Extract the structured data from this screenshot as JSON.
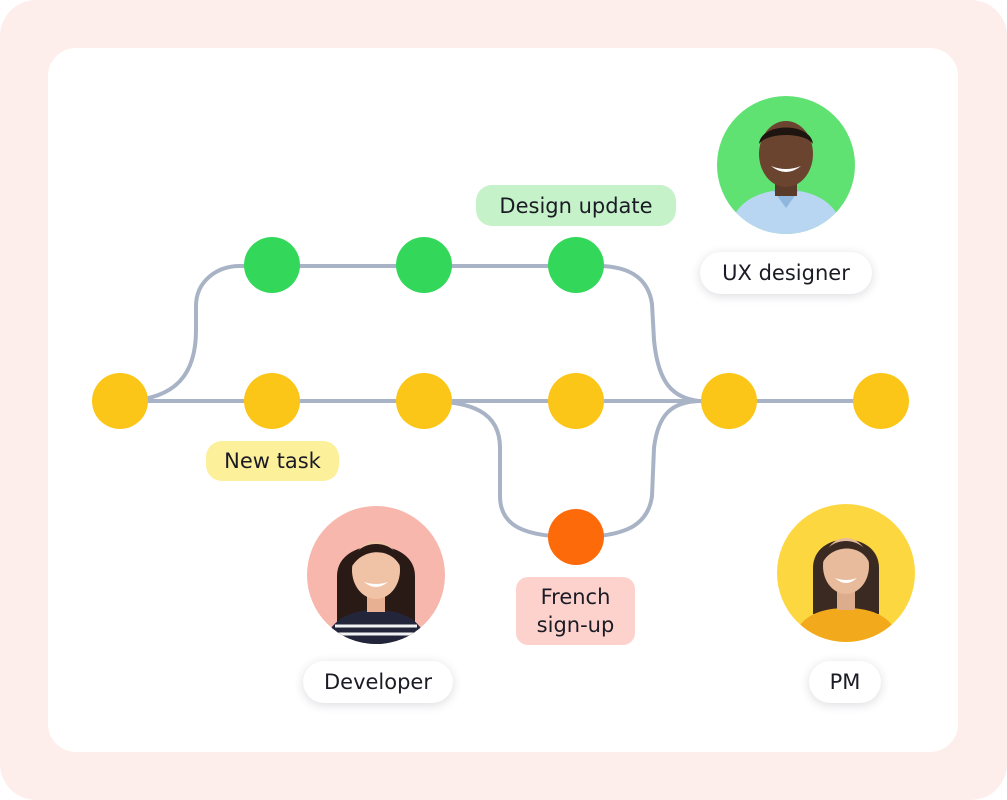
{
  "labels": {
    "design_update": "Design update",
    "new_task": "New task",
    "french_signup": "French sign-up"
  },
  "roles": {
    "ux_designer": "UX designer",
    "developer": "Developer",
    "pm": "PM"
  },
  "colors": {
    "frame": "#fdeeec",
    "card": "#ffffff",
    "branch_line": "#a9b3c6",
    "node_yellow": "#fbc617",
    "node_green": "#33d85a",
    "node_orange": "#fd6a0a",
    "pill_green": "#c6f2c9",
    "pill_yellow": "#fdf09a",
    "pill_pink": "#fdd2cd",
    "avatar_ux": "#5fe271",
    "avatar_dev": "#f7b7ad",
    "avatar_pm": "#fcd740"
  }
}
